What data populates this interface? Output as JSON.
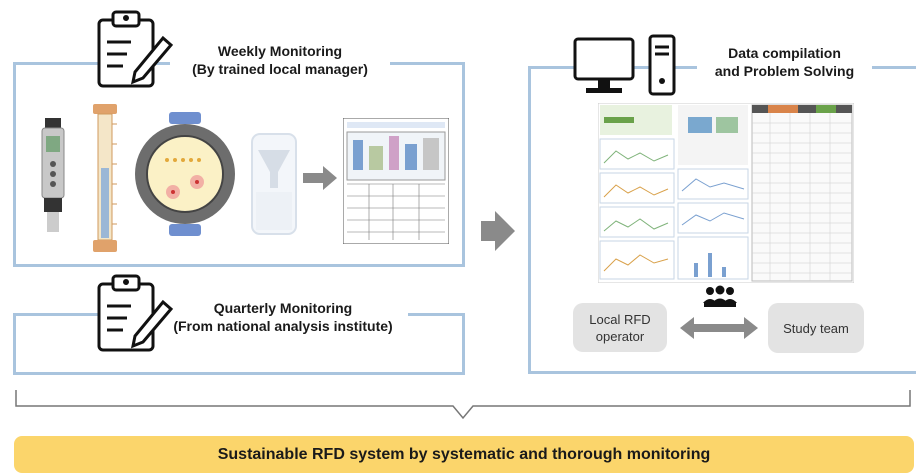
{
  "weekly": {
    "title_line1": "Weekly Monitoring",
    "title_line2": "(By trained local manager)"
  },
  "quarterly": {
    "title_line1": "Quarterly Monitoring",
    "title_line2": "(From national analysis institute)"
  },
  "data": {
    "title_line1": "Data compilation",
    "title_line2": "and Problem Solving"
  },
  "operator_label_line1": "Local RFD",
  "operator_label_line2": "operator",
  "study_team_label": "Study team",
  "banner_text": "Sustainable RFD system by systematic and thorough monitoring",
  "colors": {
    "frame": "#a9c4de",
    "banner": "#fbd56b",
    "bubble": "#e3e3e3",
    "arrow": "#8a8a8a"
  },
  "icons": [
    "clipboard-pencil-icon",
    "computer-monitor-icon",
    "computer-tower-icon",
    "team-group-icon"
  ]
}
